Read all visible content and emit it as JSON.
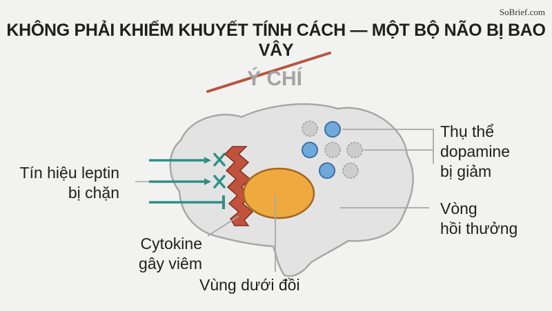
{
  "brand": "SoBrief.com",
  "title": "KHÔNG PHẢI KHIẾM KHUYẾT TÍNH CÁCH — MỘT BỘ NÃO BỊ BAO VÂY",
  "crossed_word": "Ý CHÍ",
  "labels": {
    "leptin": [
      "Tín hiệu leptin",
      "bị chặn"
    ],
    "dopamine": [
      "Thụ thể",
      "dopamine",
      "bị giảm"
    ],
    "reward": [
      "Vòng",
      "hồi thưởng"
    ],
    "cytokine": [
      "Cytokine",
      "gây viêm"
    ],
    "hypothalamus": "Vùng dưới đồi"
  },
  "colors": {
    "background": "#f2f2f0",
    "brain_fill": "#e3e3e3",
    "brain_outline": "#a7a7a7",
    "arrow_teal": "#2f8f86",
    "zigzag_red": "#c2523b",
    "hypothalamus_orange": "#eeaa3e",
    "receptor_blue": "#6fa9dc",
    "receptor_gray": "#cdcdcd",
    "strike_red": "#b9553e"
  }
}
